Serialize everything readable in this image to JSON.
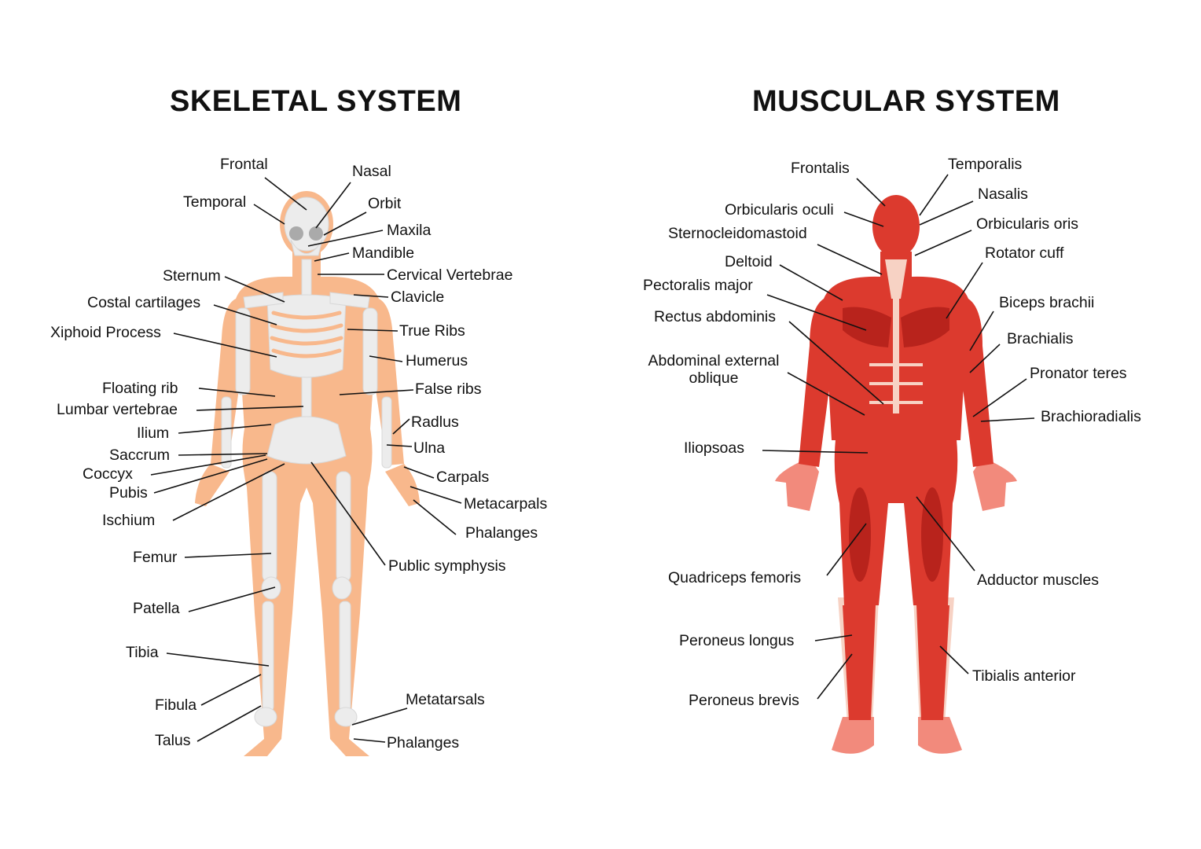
{
  "skeletal": {
    "title": "SKELETAL SYSTEM",
    "labels": {
      "frontal": "Frontal",
      "nasal": "Nasal",
      "temporal": "Temporal",
      "orbit": "Orbit",
      "maxila": "Maxila",
      "mandible": "Mandible",
      "sternum": "Sternum",
      "cervical": "Cervical Vertebrae",
      "costal": "Costal cartilages",
      "clavicle": "Clavicle",
      "xiphoid": "Xiphoid Process",
      "true_ribs": "True Ribs",
      "humerus": "Humerus",
      "floating": "Floating rib",
      "false_ribs": "False ribs",
      "lumbar": "Lumbar vertebrae",
      "radius": "Radlus",
      "ilium": "Ilium",
      "ulna": "Ulna",
      "saccrum": "Saccrum",
      "coccyx": "Coccyx",
      "carpals": "Carpals",
      "pubis": "Pubis",
      "metacarpals": "Metacarpals",
      "ischium": "Ischium",
      "phalanges_hand": "Phalanges",
      "femur": "Femur",
      "symphysis": "Public symphysis",
      "patella": "Patella",
      "tibia": "Tibia",
      "fibula": "Fibula",
      "metatarsals": "Metatarsals",
      "talus": "Talus",
      "phalanges_foot": "Phalanges"
    }
  },
  "muscular": {
    "title": "MUSCULAR SYSTEM",
    "labels": {
      "frontalis": "Frontalis",
      "temporalis": "Temporalis",
      "nasalis": "Nasalis",
      "orb_oculi": "Orbicularis oculi",
      "orb_oris": "Orbicularis oris",
      "scm": "Sternocleidomastoid",
      "rotator": "Rotator cuff",
      "deltoid": "Deltoid",
      "pectoralis": "Pectoralis major",
      "biceps": "Biceps brachii",
      "rectus": "Rectus abdominis",
      "brachialis": "Brachialis",
      "oblique": "Abdominal external\noblique",
      "pronator": "Pronator teres",
      "brachioradialis": "Brachioradialis",
      "iliopsoas": "Iliopsoas",
      "quadriceps": "Quadriceps femoris",
      "adductor": "Adductor muscles",
      "peroneus_longus": "Peroneus longus",
      "tibialis": "Tibialis anterior",
      "peroneus_brevis": "Peroneus brevis"
    }
  },
  "colors": {
    "skin": "#f8b88c",
    "bone": "#ececec",
    "muscle": "#dc3a2e",
    "muscle_dark": "#b8231c",
    "tendon": "#f7d2c4",
    "line": "#111111"
  }
}
